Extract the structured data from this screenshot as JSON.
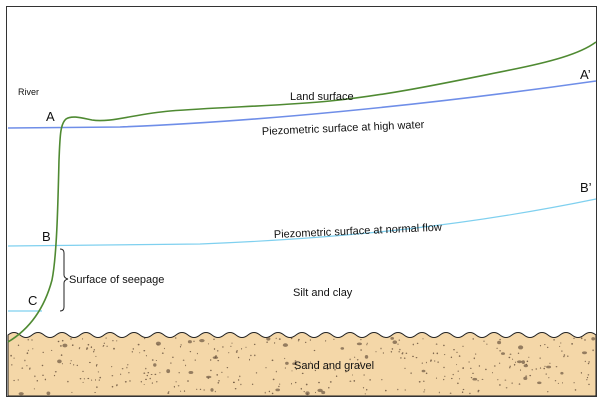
{
  "labels": {
    "river": "River",
    "point_a": "A",
    "point_a_prime": "A’",
    "point_b": "B",
    "point_b_prime": "B’",
    "point_c": "C",
    "land_surface": "Land surface",
    "piezo_high": "Piezometric surface at high water",
    "piezo_normal": "Piezometric surface at normal flow",
    "seepage": "Surface of seepage",
    "silt_clay": "Silt and clay",
    "sand_gravel": "Sand and gravel"
  },
  "colors": {
    "border": "#333333",
    "land_line": "#4f8a32",
    "high_water_line": "#6f8ee8",
    "normal_flow_line": "#7fd0ef",
    "sand_fill": "#f4d7a8",
    "sand_dots": "#6b5540"
  }
}
